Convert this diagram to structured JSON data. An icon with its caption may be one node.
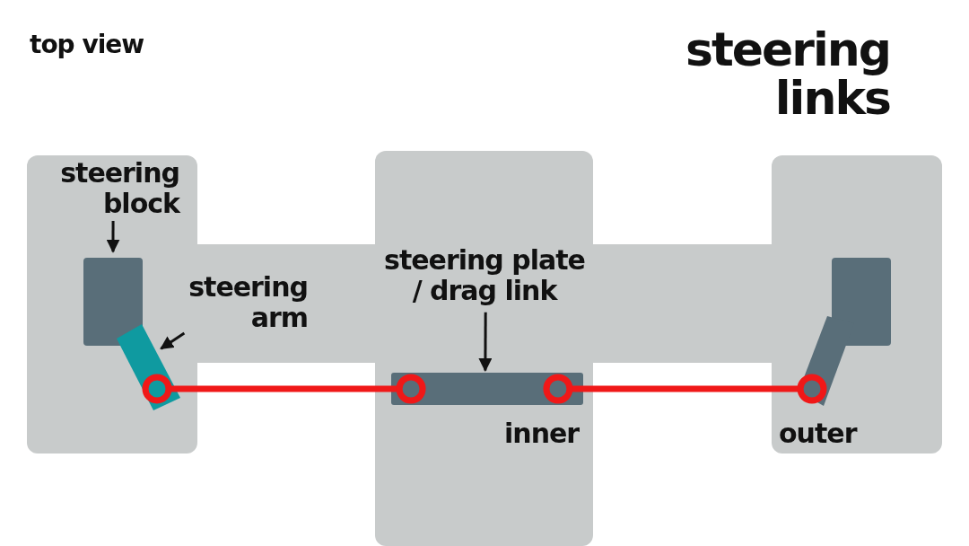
{
  "diagram": {
    "title": "steering links",
    "nodes": [
      {
        "text": [
          "steering block"
        ]
      },
      {
        "text": [],
        "shape": "box"
      },
      {
        "text": [
          "steering arm"
        ]
      },
      {
        "text": [],
        "shape": "bar"
      },
      {
        "text": [
          "steering plate / drag link"
        ]
      },
      {
        "text": [],
        "shape": "bar",
        "beside": [
          "inner"
        ]
      },
      {
        "text": [],
        "shape": "box"
      },
      {
        "text": [],
        "shape": "bar",
        "beside": [
          "outer"
        ]
      }
    ],
    "edges": [
      {
        "from": 0,
        "to": 1,
        "arrow": "to"
      },
      {
        "from": 2,
        "to": 3,
        "arrow": "to"
      },
      {
        "from": 4,
        "to": 5,
        "arrow": "to"
      },
      {
        "from": 3,
        "to": 5,
        "arrow": "other",
        "style": "thick",
        "color": "#f01818"
      },
      {
        "from": 5,
        "to": 7,
        "arrow": "other",
        "style": "thick",
        "color": "#f01818"
      }
    ],
    "labels": [
      "top view"
    ]
  }
}
